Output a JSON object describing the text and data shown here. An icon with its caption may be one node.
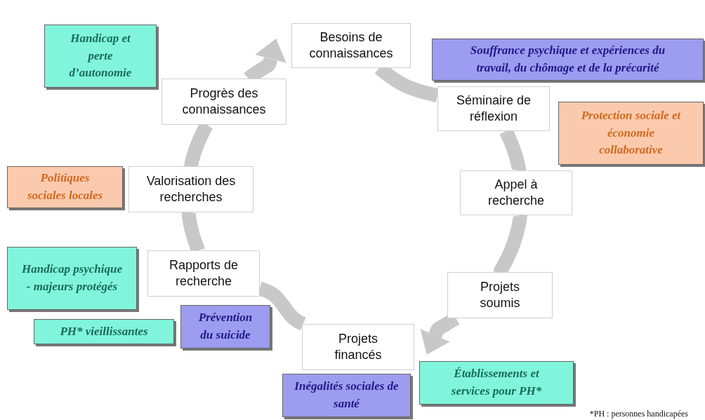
{
  "diagram": {
    "nodes": [
      {
        "text": [
          "Handicap et perte d’autonomie"
        ]
      },
      {
        "text": [
          "Besoins de connaissances"
        ]
      },
      {
        "text": [
          "Souffrance psychique et expériences du travail, du chômage et de la précarité"
        ]
      },
      {
        "text": [
          "Progrès des connaissances"
        ]
      },
      {
        "text": [
          "Séminaire de réflexion"
        ]
      },
      {
        "text": [
          "Protection sociale et économie collaborative"
        ]
      },
      {
        "text": [
          "Politiques sociales locales"
        ]
      },
      {
        "text": [
          "Valorisation des recherches"
        ]
      },
      {
        "text": [
          "Appel à recherche"
        ]
      },
      {
        "text": [
          "Handicap psychique - majeurs protégés"
        ]
      },
      {
        "text": [
          "Rapports de recherche"
        ]
      },
      {
        "text": [
          "Projets soumis"
        ]
      },
      {
        "text": [
          "Prévention du suicide"
        ]
      },
      {
        "text": [
          "PH* vieillissantes"
        ]
      },
      {
        "text": [
          "Projets financés"
        ]
      },
      {
        "text": [
          "Inégalités sociales de santé"
        ]
      },
      {
        "text": [
          "Établissements et services pour PH*"
        ]
      }
    ],
    "edges": [
      {
        "from": 3,
        "to": 1,
        "arrow": "to"
      },
      {
        "from": 1,
        "to": 4,
        "arrow": "none"
      },
      {
        "from": 4,
        "to": 8,
        "arrow": "none"
      },
      {
        "from": 8,
        "to": 11,
        "arrow": "none"
      },
      {
        "from": 11,
        "to": 14,
        "arrow": "to"
      },
      {
        "from": 14,
        "to": 10,
        "arrow": "none"
      },
      {
        "from": 10,
        "to": 7,
        "arrow": "none"
      },
      {
        "from": 7,
        "to": 3,
        "arrow": "none"
      }
    ],
    "labels": [
      "*PH : personnes handicapées"
    ]
  }
}
